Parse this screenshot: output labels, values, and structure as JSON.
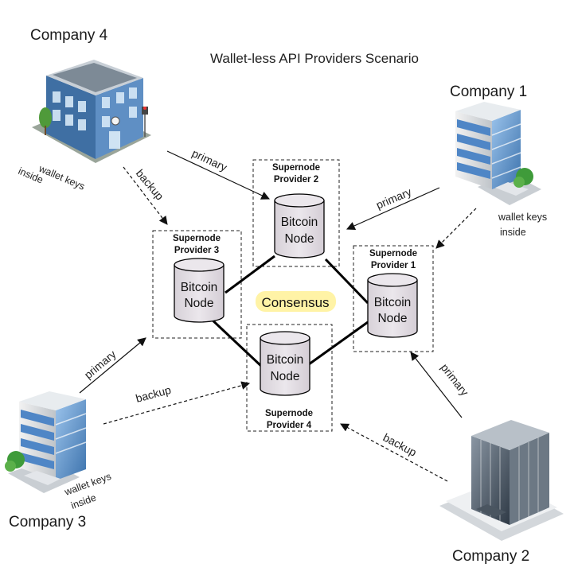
{
  "title": "Wallet-less API Providers Scenario",
  "companies": {
    "c4": {
      "name": "Company 4",
      "note_line1": "wallet keys",
      "note_line2": "inside"
    },
    "c1": {
      "name": "Company 1",
      "note_line1": "wallet keys",
      "note_line2": "inside"
    },
    "c3": {
      "name": "Company 3",
      "note_line1": "wallet keys",
      "note_line2": "inside"
    },
    "c2": {
      "name": "Company 2"
    }
  },
  "providers": {
    "p2": {
      "line1": "Supernode",
      "line2": "Provider 2",
      "node_line1": "Bitcoin",
      "node_line2": "Node"
    },
    "p3": {
      "line1": "Supernode",
      "line2": "Provider 3",
      "node_line1": "Bitcoin",
      "node_line2": "Node"
    },
    "p1": {
      "line1": "Supernode",
      "line2": "Provider 1",
      "node_line1": "Bitcoin",
      "node_line2": "Node"
    },
    "p4": {
      "line1": "Supernode",
      "line2": "Provider 4",
      "node_line1": "Bitcoin",
      "node_line2": "Node"
    }
  },
  "consensus": "Consensus",
  "edges": {
    "c4_primary": "primary",
    "c4_backup": "backup",
    "c1_primary": "primary",
    "c3_primary": "primary",
    "c3_backup": "backup",
    "c2_primary": "primary",
    "c2_backup": "backup"
  },
  "colors": {
    "building_blue": "#4a7fb5",
    "cylinder_fill": "#e2dde3",
    "consensus_highlight": "#fff3a6"
  }
}
